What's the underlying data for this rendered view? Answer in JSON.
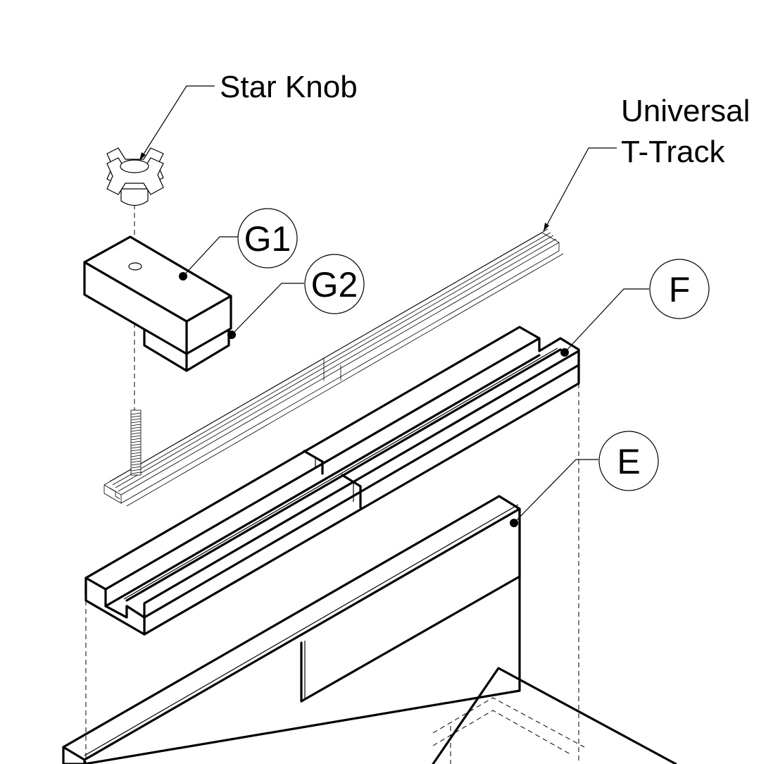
{
  "labels": {
    "star_knob": "Star Knob",
    "tt_line1": "Universal",
    "tt_line2": "T-Track"
  },
  "callouts": {
    "g1": "G1",
    "g2": "G2",
    "f": "F",
    "e": "E"
  }
}
